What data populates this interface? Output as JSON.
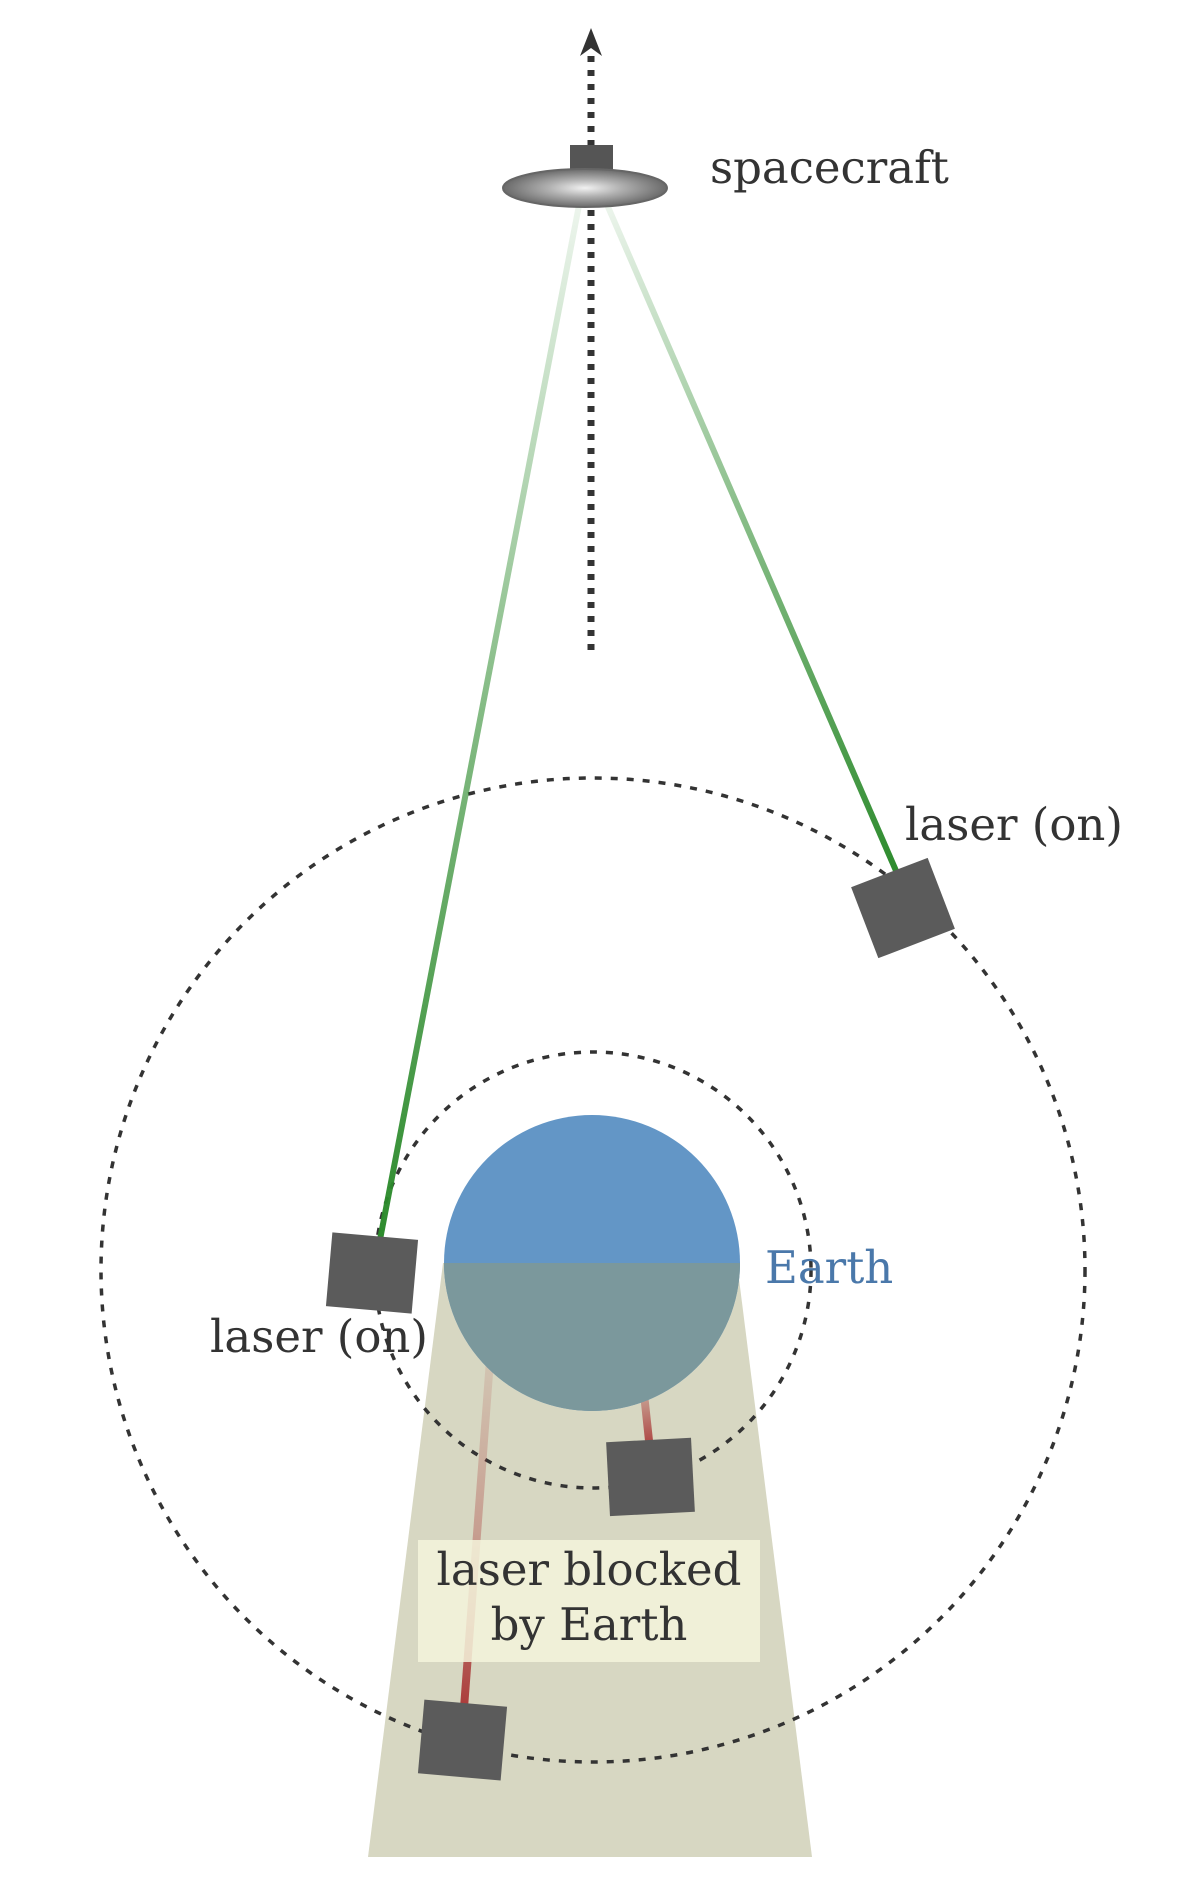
{
  "labels": {
    "spacecraft": "spacecraft",
    "laser_on_upper": "laser (on)",
    "laser_on_left": "laser (on)",
    "earth": "Earth",
    "blocked_line1": "laser blocked",
    "blocked_line2": "by Earth"
  },
  "colors": {
    "earth_day": "#6396c6",
    "earth_shadow": "#7b989c",
    "shadow_region": "#d7d7c2",
    "blocked_label_bg": "#f5f5dc",
    "laser_green": "#2b8a2b",
    "laser_red": "#a83232",
    "station": "#5b5b5b",
    "orbit": "#333333",
    "earth_label": "#4a78aa",
    "text": "#333333"
  },
  "icons": {
    "spacecraft": "spacecraft-icon",
    "station": "laser-station-icon",
    "earth": "earth-icon"
  }
}
